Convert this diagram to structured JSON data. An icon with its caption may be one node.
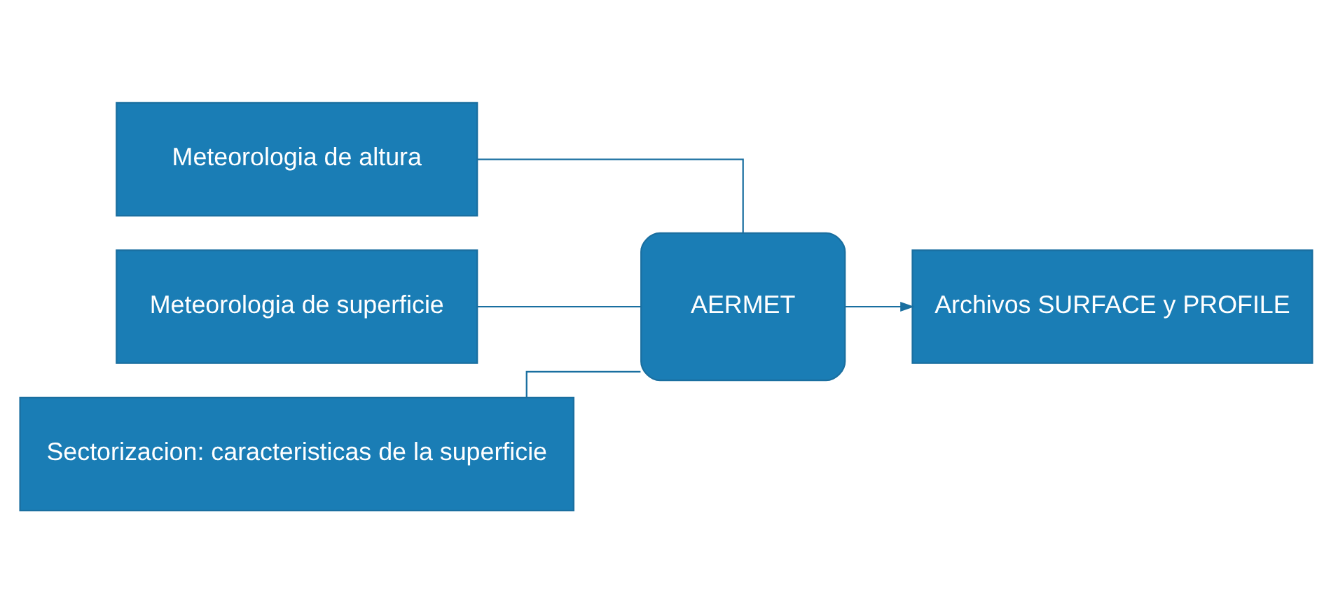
{
  "diagram": {
    "nodes": [
      {
        "text": [
          "Meteorologia de altura"
        ]
      },
      {
        "text": [
          "Meteorologia de superficie"
        ]
      },
      {
        "text": [
          "Sectorizacion: caracteristicas de la superficie"
        ]
      },
      {
        "text": [
          "AERMET"
        ]
      },
      {
        "text": [
          "Archivos SURFACE y PROFILE"
        ]
      }
    ],
    "edges": [
      {
        "from": 0,
        "to": 3,
        "arrow": "none"
      },
      {
        "from": 1,
        "to": 3,
        "arrow": "none"
      },
      {
        "from": 2,
        "to": 3,
        "arrow": "none"
      },
      {
        "from": 3,
        "to": 4,
        "arrow": "to"
      }
    ]
  }
}
